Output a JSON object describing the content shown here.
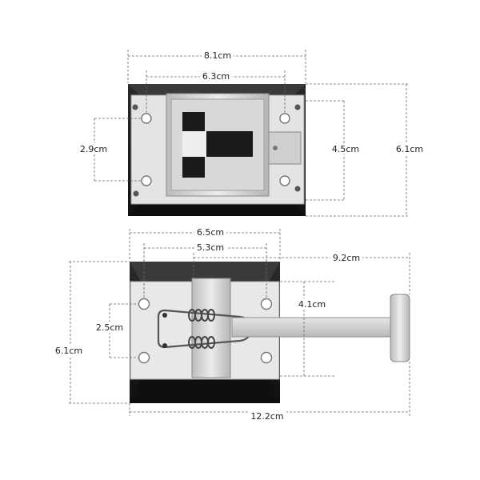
{
  "top_part": {
    "width_outer": "8.1cm",
    "hole_spacing_horizontal": "6.3cm",
    "hole_spacing_vertical": "2.9cm",
    "plate_height": "4.5cm",
    "height_total": "6.1cm"
  },
  "bottom_part": {
    "width_outer": "6.5cm",
    "hole_spacing_horizontal": "5.3cm",
    "hole_spacing_vertical": "2.5cm",
    "plate_height": "4.1cm",
    "height_total": "6.1cm",
    "hook_length": "9.2cm",
    "length_total": "12.2cm"
  },
  "colors": {
    "steel": "#d4d4d4",
    "steel_dark": "#9a9a9a",
    "rubber": "#1c1c1c",
    "dim_line": "#666666"
  }
}
